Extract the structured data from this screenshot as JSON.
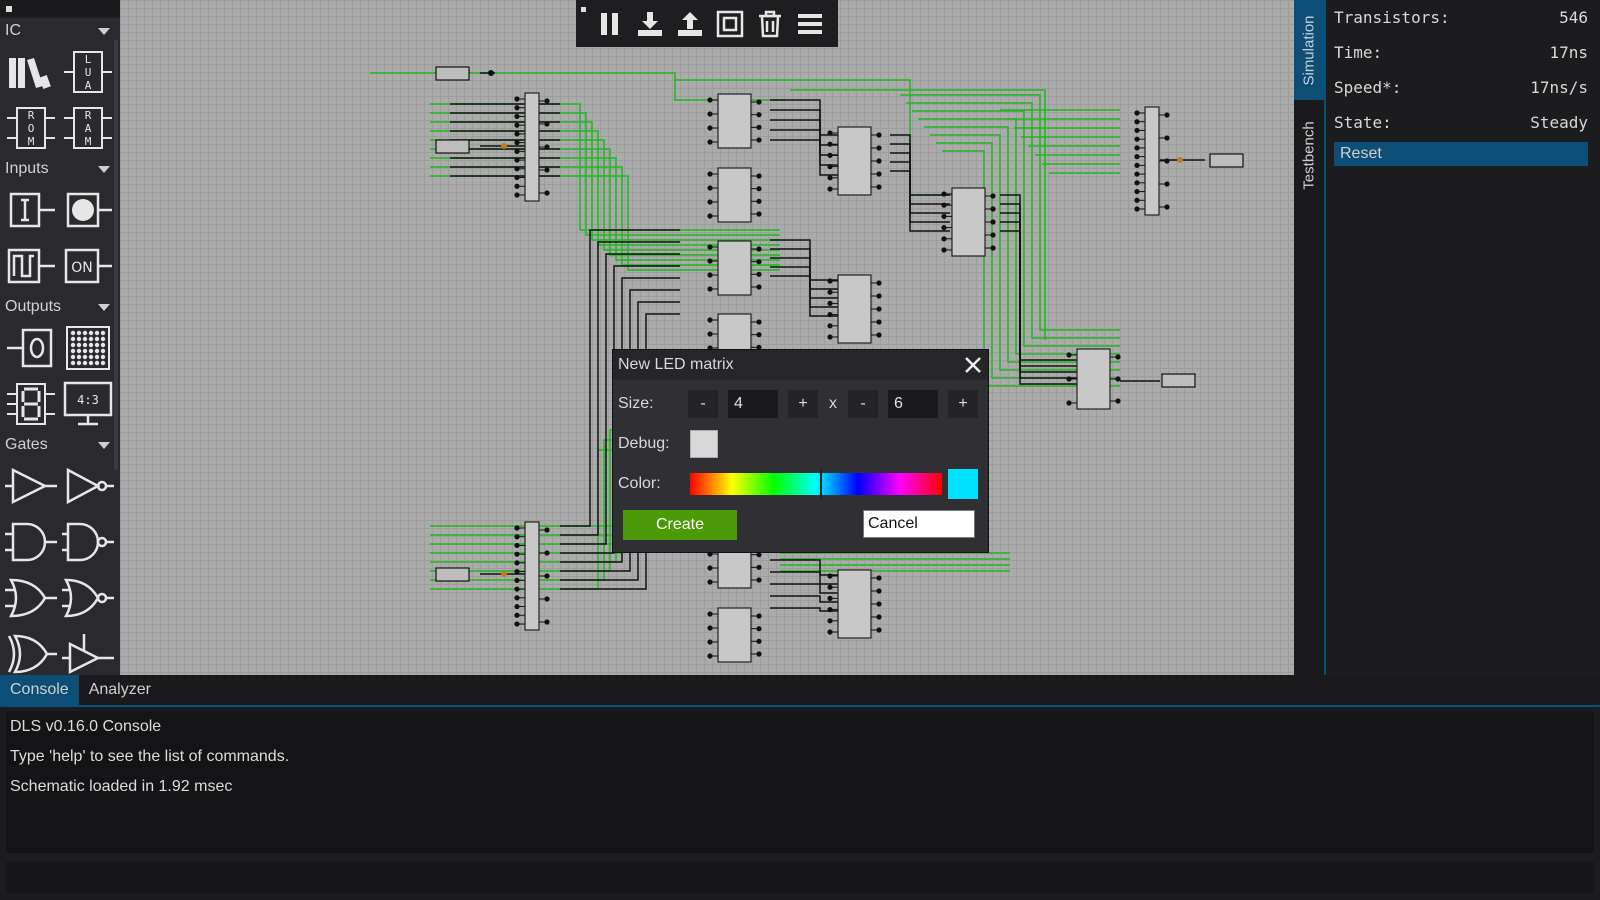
{
  "palette": {
    "sections": [
      {
        "label": "IC",
        "tiles": [
          {
            "name": "library-icon",
            "text": ""
          },
          {
            "name": "lua-icon",
            "text": "LUA"
          },
          {
            "name": "rom-icon",
            "text": "ROM"
          },
          {
            "name": "ram-icon",
            "text": "RAM"
          }
        ]
      },
      {
        "label": "Inputs",
        "tiles": [
          {
            "name": "input-pin-icon",
            "text": "I"
          },
          {
            "name": "button-input-icon",
            "text": ""
          },
          {
            "name": "clock-input-icon",
            "text": ""
          },
          {
            "name": "constant-on-icon",
            "text": "ON"
          }
        ]
      },
      {
        "label": "Outputs",
        "tiles": [
          {
            "name": "output-pin-icon",
            "text": "O"
          },
          {
            "name": "led-matrix-icon",
            "text": ""
          },
          {
            "name": "seven-segment-icon",
            "text": ""
          },
          {
            "name": "screen-icon",
            "text": "4:3"
          }
        ]
      },
      {
        "label": "Gates",
        "tiles": [
          {
            "name": "buffer-gate-icon",
            "text": ""
          },
          {
            "name": "not-gate-icon",
            "text": ""
          },
          {
            "name": "and-gate-icon",
            "text": ""
          },
          {
            "name": "nand-gate-icon",
            "text": ""
          },
          {
            "name": "or-gate-icon",
            "text": ""
          },
          {
            "name": "nor-gate-icon",
            "text": ""
          },
          {
            "name": "xor-gate-icon",
            "text": ""
          },
          {
            "name": "tristate-gate-icon",
            "text": ""
          }
        ]
      }
    ]
  },
  "toolbar": {
    "buttons": [
      "pause-icon",
      "download-icon",
      "upload-icon",
      "fit-view-icon",
      "trash-icon",
      "menu-icon"
    ]
  },
  "side_tabs": {
    "simulation": "Simulation",
    "testbench": "Testbench"
  },
  "stats": {
    "transistors_label": "Transistors:",
    "transistors_value": "546",
    "time_label": "Time:",
    "time_value": "17ns",
    "speed_label": "Speed*:",
    "speed_value": "17ns/s",
    "state_label": "State:",
    "state_value": "Steady",
    "reset_label": "Reset"
  },
  "bottom_tabs": {
    "console": "Console",
    "analyzer": "Analyzer"
  },
  "console": {
    "lines": [
      "DLS v0.16.0 Console",
      "Type 'help' to see the list of commands.",
      "Schematic loaded in 1.92 msec"
    ]
  },
  "dialog": {
    "title": "New LED matrix",
    "size_label": "Size:",
    "minus": "-",
    "plus": "+",
    "times": "x",
    "width_value": "4",
    "height_value": "6",
    "debug_label": "Debug:",
    "color_label": "Color:",
    "hue_position": 0.52,
    "selected_color": "#00e1ff",
    "create_label": "Create",
    "cancel_label": "Cancel"
  },
  "colors": {
    "accent": "#0c4e76",
    "create_button": "#4d9a08",
    "wire_active": "#1fb81f",
    "wire_inactive": "#111111"
  }
}
